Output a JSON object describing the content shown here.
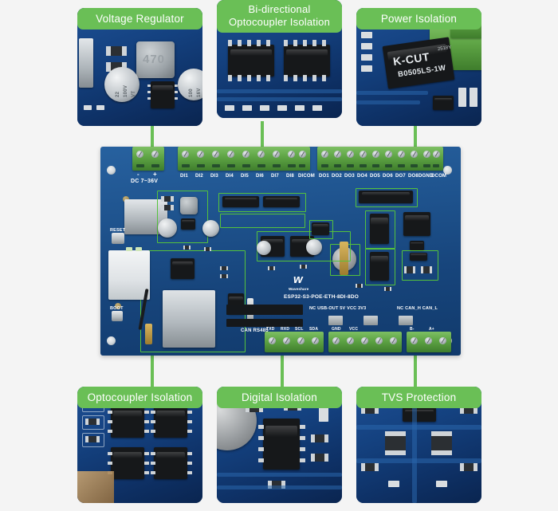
{
  "page": {
    "background_color": "#f4f4f4",
    "accent_green": "#6abf56",
    "highlight_green": "#55c23c",
    "pcb_blue": "#1d4f94"
  },
  "callouts": [
    {
      "id": "voltage-regulator",
      "label": "Voltage Regulator",
      "position": "top-left",
      "photo_markings": [
        "470",
        "22",
        "100V",
        "VT",
        "100",
        "16V"
      ]
    },
    {
      "id": "bi-directional-optocoupler-isolation",
      "label_line1": "Bi-directional",
      "label_line2": "Optocoupler Isolation",
      "position": "top-center",
      "photo_markings": []
    },
    {
      "id": "power-isolation",
      "label": "Power Isolation",
      "position": "top-right",
      "photo_markings": [
        "K-CUT",
        "B0505LS-1W",
        "2518Y"
      ]
    },
    {
      "id": "optocoupler-isolation",
      "label": "Optocoupler Isolation",
      "position": "bottom-left",
      "photo_markings": []
    },
    {
      "id": "digital-isolation",
      "label": "Digital Isolation",
      "position": "bottom-center",
      "photo_markings": []
    },
    {
      "id": "tvs-protection",
      "label": "TVS Protection",
      "position": "bottom-right",
      "photo_markings": []
    }
  ],
  "board": {
    "product_name": "ESP32-S3-POE-ETH-8DI-8DO",
    "brand": "Waveshare",
    "brand_mark": "w",
    "power_input_label": "DC 7~36V",
    "power_terminal_marks": [
      "-",
      "+"
    ],
    "digital_input_labels": [
      "DI1",
      "DI2",
      "DI3",
      "DI4",
      "DI5",
      "DI6",
      "DI7",
      "DI8",
      "DICOM"
    ],
    "digital_output_labels": [
      "DO1",
      "DO2",
      "DO3",
      "DO4",
      "DO5",
      "DO6",
      "DO7",
      "DO8",
      "DGND",
      "DCOM"
    ],
    "bottom_silk_groups": [
      "CAN RS485",
      "NC USB-OUT 5V VCC 3V3",
      "NC CAN_H CAN_L"
    ],
    "bottom_pin_labels": [
      "TXD",
      "RXD",
      "SCL",
      "SDA",
      "GND",
      "VCC",
      "B-",
      "A+"
    ],
    "reset_label": "RESET",
    "boot_label": "BOOT"
  }
}
